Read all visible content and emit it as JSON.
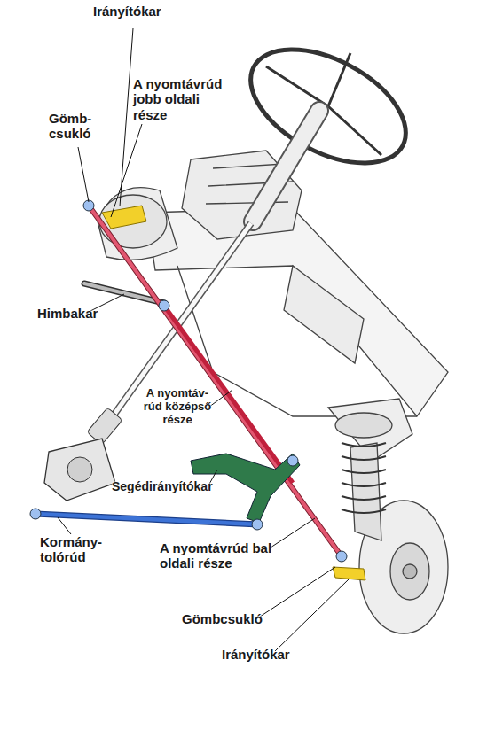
{
  "diagram": {
    "labels": [
      "Irányítókar",
      "A nyomtávrúd jobb oldali része",
      "Gömb- csukló",
      "Himbakar",
      "A nyomtáv- rúd középső része",
      "Segédirányítókar",
      "Kormány- tolórúd",
      "A nyomtávrúd bal oldali része",
      "Gömbcsukló",
      "Irányítókar"
    ]
  }
}
